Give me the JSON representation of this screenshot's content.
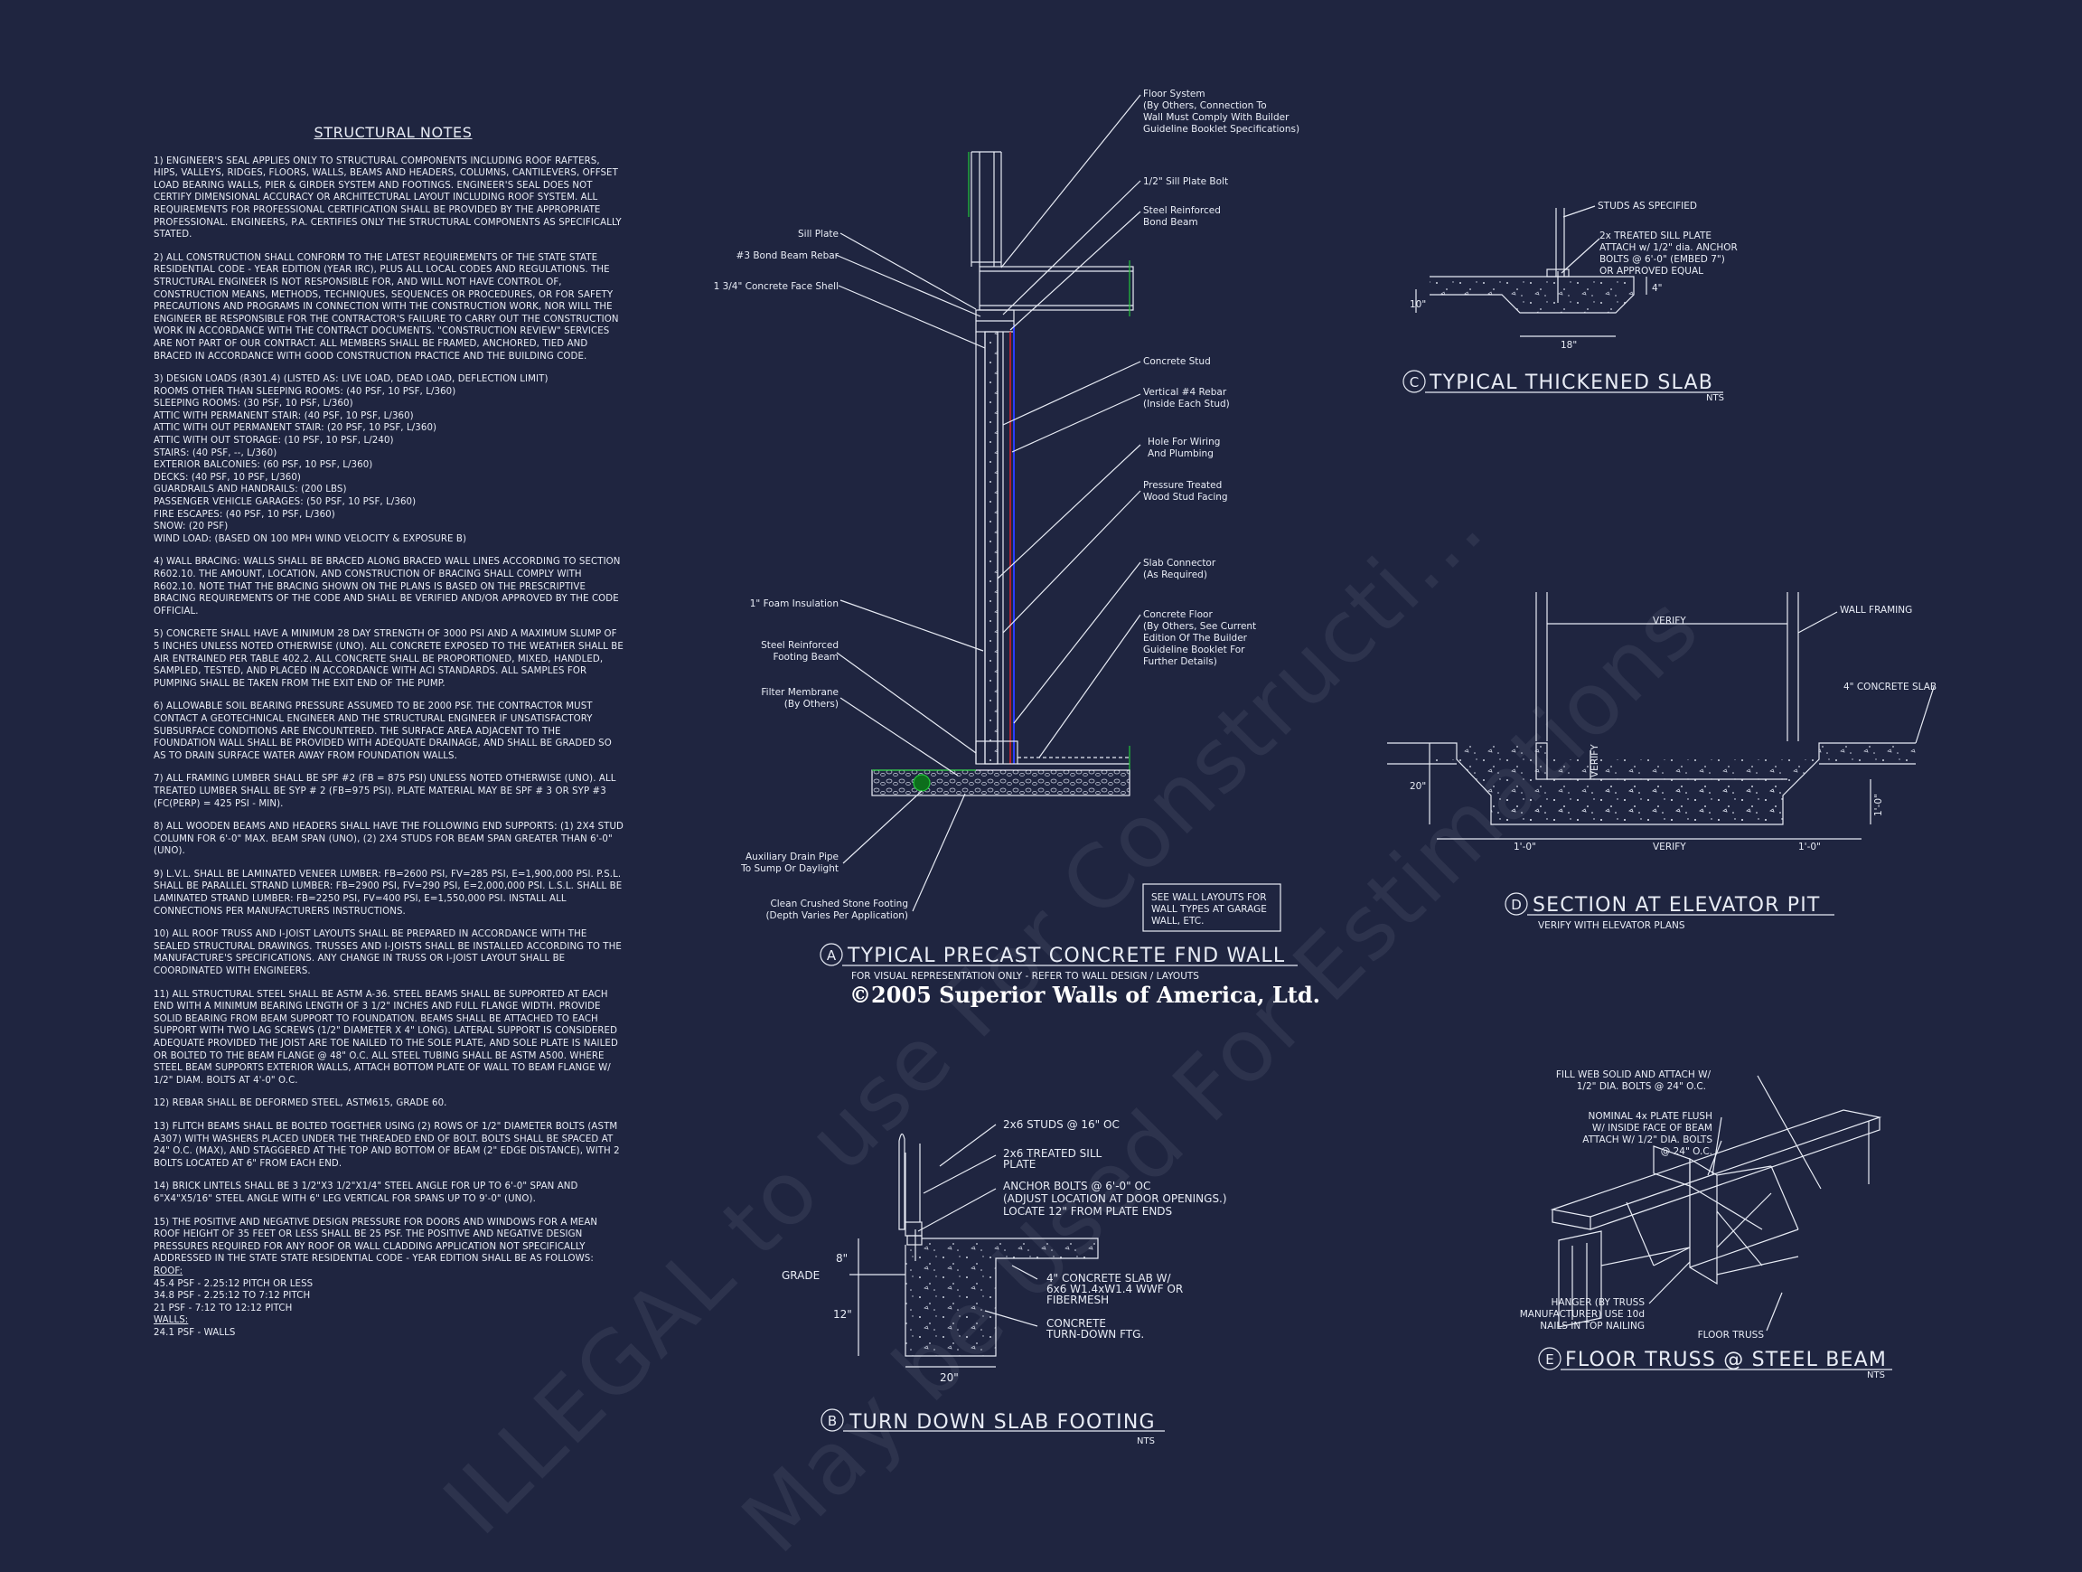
{
  "watermark": {
    "line1": "ILLEGAL to use For Constructi...",
    "line2": "May be Used For Estimations"
  },
  "notes": {
    "title": "STRUCTURAL NOTES",
    "items": [
      "1) ENGINEER'S SEAL APPLIES ONLY TO STRUCTURAL COMPONENTS INCLUDING ROOF RAFTERS, HIPS, VALLEYS, RIDGES, FLOORS, WALLS, BEAMS AND HEADERS, COLUMNS, CANTILEVERS, OFFSET LOAD BEARING WALLS, PIER & GIRDER SYSTEM AND FOOTINGS. ENGINEER'S SEAL DOES NOT CERTIFY DIMENSIONAL ACCURACY OR ARCHITECTURAL LAYOUT INCLUDING ROOF SYSTEM. ALL REQUIREMENTS FOR PROFESSIONAL CERTIFICATION SHALL BE PROVIDED BY THE APPROPRIATE PROFESSIONAL. ENGINEERS, P.A. CERTIFIES ONLY THE STRUCTURAL COMPONENTS AS SPECIFICALLY STATED.",
      "2) ALL CONSTRUCTION SHALL CONFORM TO THE LATEST REQUIREMENTS OF THE STATE STATE RESIDENTIAL CODE - YEAR EDITION (YEAR IRC), PLUS ALL LOCAL CODES AND REGULATIONS. THE STRUCTURAL ENGINEER IS NOT RESPONSIBLE FOR, AND WILL NOT HAVE CONTROL OF, CONSTRUCTION MEANS, METHODS, TECHNIQUES, SEQUENCES OR PROCEDURES, OR FOR SAFETY PRECAUTIONS AND PROGRAMS IN CONNECTION WITH THE CONSTRUCTION WORK, NOR WILL THE ENGINEER BE RESPONSIBLE FOR THE CONTRACTOR'S FAILURE TO CARRY OUT THE CONSTRUCTION WORK IN ACCORDANCE WITH THE CONTRACT DOCUMENTS. \"CONSTRUCTION REVIEW\" SERVICES ARE NOT PART OF OUR CONTRACT. ALL MEMBERS SHALL BE FRAMED, ANCHORED, TIED AND BRACED IN ACCORDANCE WITH GOOD CONSTRUCTION PRACTICE AND THE BUILDING CODE.",
      "3) DESIGN LOADS (R301.4) (LISTED AS: LIVE LOAD, DEAD LOAD, DEFLECTION LIMIT)\nROOMS OTHER THAN SLEEPING ROOMS: (40 PSF, 10 PSF, L/360)\nSLEEPING ROOMS: (30 PSF, 10 PSF, L/360)\nATTIC WITH PERMANENT STAIR: (40 PSF, 10 PSF, L/360)\nATTIC WITH OUT PERMANENT STAIR: (20 PSF, 10 PSF, L/360)\nATTIC WITH OUT STORAGE: (10 PSF, 10 PSF, L/240)\nSTAIRS: (40 PSF, --, L/360)\nEXTERIOR BALCONIES: (60 PSF, 10 PSF, L/360)\nDECKS: (40 PSF, 10 PSF, L/360)\nGUARDRAILS AND HANDRAILS: (200 LBS)\nPASSENGER VEHICLE GARAGES: (50 PSF, 10 PSF, L/360)\nFIRE ESCAPES: (40 PSF, 10 PSF, L/360)\nSNOW: (20 PSF)\nWIND LOAD: (BASED ON 100 MPH WIND VELOCITY & EXPOSURE B)",
      "4) WALL BRACING: WALLS SHALL BE BRACED ALONG BRACED WALL LINES ACCORDING TO SECTION R602.10. THE AMOUNT, LOCATION, AND CONSTRUCTION OF BRACING SHALL COMPLY WITH R602.10. NOTE THAT THE BRACING SHOWN ON THE PLANS IS BASED ON THE PRESCRIPTIVE BRACING REQUIREMENTS OF THE CODE AND SHALL BE VERIFIED AND/OR APPROVED BY THE CODE OFFICIAL.",
      "5) CONCRETE SHALL HAVE A MINIMUM 28 DAY STRENGTH OF 3000 PSI AND A MAXIMUM SLUMP OF 5 INCHES UNLESS NOTED OTHERWISE (UNO). ALL CONCRETE EXPOSED TO THE WEATHER SHALL BE AIR ENTRAINED PER TABLE 402.2. ALL CONCRETE SHALL BE PROPORTIONED, MIXED, HANDLED, SAMPLED, TESTED, AND PLACED IN ACCORDANCE WITH ACI STANDARDS. ALL SAMPLES FOR PUMPING SHALL BE TAKEN FROM THE EXIT END OF THE PUMP.",
      "6) ALLOWABLE SOIL BEARING PRESSURE ASSUMED TO BE 2000 PSF. THE CONTRACTOR MUST CONTACT A GEOTECHNICAL ENGINEER AND THE STRUCTURAL ENGINEER IF UNSATISFACTORY SUBSURFACE CONDITIONS ARE ENCOUNTERED. THE SURFACE AREA ADJACENT TO THE FOUNDATION WALL SHALL BE PROVIDED WITH ADEQUATE DRAINAGE, AND SHALL BE GRADED SO AS TO DRAIN SURFACE WATER AWAY FROM FOUNDATION WALLS.",
      "7) ALL FRAMING LUMBER SHALL BE SPF #2 (Fb = 875 PSI) UNLESS NOTED OTHERWISE (UNO). ALL TREATED LUMBER SHALL BE SYP # 2 (Fb=975 PSI). PLATE MATERIAL MAY BE SPF # 3 OR SYP #3 (Fc(perp) = 425 PSI - MIN).",
      "8) ALL WOODEN BEAMS AND HEADERS SHALL HAVE THE FOLLOWING END SUPPORTS: (1) 2x4 STUD COLUMN FOR 6'-0\" MAX. BEAM SPAN (UNO), (2) 2X4 STUDS FOR BEAM SPAN GREATER THAN 6'-0\" (UNO).",
      "9) L.V.L. SHALL BE LAMINATED VENEER LUMBER: Fb=2600 PSI, Fv=285 PSI, E=1,900,000 PSI. P.S.L. SHALL BE PARALLEL STRAND LUMBER: Fb=2900 PSI, Fv=290 PSI, E=2,000,000 PSI. L.S.L. SHALL BE LAMINATED STRAND LUMBER: Fb=2250 PSI, Fv=400 PSI, E=1,550,000 PSI. INSTALL ALL CONNECTIONS PER MANUFACTURERS INSTRUCTIONS.",
      "10) ALL ROOF TRUSS AND I-JOIST LAYOUTS SHALL BE PREPARED IN ACCORDANCE WITH THE SEALED STRUCTURAL DRAWINGS. TRUSSES AND I-JOISTS SHALL BE INSTALLED ACCORDING TO THE MANUFACTURE'S SPECIFICATIONS. ANY CHANGE IN TRUSS OR I-JOIST LAYOUT SHALL BE COORDINATED WITH ENGINEERS.",
      "11) ALL STRUCTURAL STEEL SHALL BE ASTM A-36. STEEL BEAMS SHALL BE SUPPORTED AT EACH END WITH A MINIMUM BEARING LENGTH OF 3 1/2\" INCHES AND FULL FLANGE WIDTH. PROVIDE SOLID BEARING FROM BEAM SUPPORT TO FOUNDATION. BEAMS SHALL BE ATTACHED TO EACH SUPPORT WITH TWO LAG SCREWS (1/2\" DIAMETER x 4\" LONG). LATERAL SUPPORT IS CONSIDERED ADEQUATE PROVIDED THE JOIST ARE TOE NAILED TO THE SOLE PLATE, AND SOLE PLATE IS NAILED OR BOLTED TO THE BEAM FLANGE @ 48\" O.C. ALL STEEL TUBING SHALL BE ASTM A500. WHERE STEEL BEAM SUPPORTS EXTERIOR WALLS, ATTACH BOTTOM PLATE OF WALL TO BEAM FLANGE W/ 1/2\" DIAM. BOLTS AT 4'-0\" O.C.",
      "12) REBAR SHALL BE DEFORMED STEEL, ASTM615, GRADE 60.",
      "13) FLITCH BEAMS SHALL BE BOLTED TOGETHER USING (2) ROWS OF 1/2\" DIAMETER BOLTS (ASTM A307) WITH WASHERS PLACED UNDER THE THREADED END OF BOLT. BOLTS SHALL BE SPACED AT 24\" O.C. (MAX), AND STAGGERED AT THE TOP AND BOTTOM OF BEAM (2\" EDGE DISTANCE), WITH 2 BOLTS LOCATED AT 6\" FROM EACH END.",
      "14) BRICK LINTELS SHALL BE 3 1/2\"x3 1/2\"x1/4\" STEEL ANGLE FOR UP TO 6'-0\" SPAN AND 6\"x4\"x5/16\" STEEL ANGLE WITH 6\" LEG VERTICAL FOR SPANS UP TO 9'-0\" (UNO).",
      "15) THE POSITIVE AND NEGATIVE DESIGN PRESSURE FOR DOORS AND WINDOWS FOR A MEAN ROOF HEIGHT OF 35 FEET OR LESS SHALL BE 25 PSF. THE POSITIVE AND NEGATIVE DESIGN PRESSURES REQUIRED FOR ANY ROOF OR WALL CLADDING APPLICATION NOT SPECIFICALLY ADDRESSED IN THE STATE STATE RESIDENTIAL CODE - YEAR EDITION SHALL BE AS FOLLOWS:"
    ],
    "roof_heading": "ROOF:",
    "roof_loads": "45.4 PSF - 2.25:12 PITCH OR LESS\n34.8 PSF - 2.25:12 TO 7:12 PITCH\n21 PSF - 7:12 TO 12:12 PITCH",
    "walls_heading": "WALLS:",
    "walls_loads": "24.1 PSF - WALLS"
  },
  "detail_a": {
    "tag": "A",
    "title": "TYPICAL PRECAST CONCRETE FND WALL",
    "subtitle": "FOR VISUAL REPRESENTATION ONLY - REFER TO WALL DESIGN / LAYOUTS",
    "copyright": "©2005 Superior Walls of America, Ltd.",
    "note_box": [
      "SEE WALL LAYOUTS FOR",
      "WALL TYPES AT GARAGE",
      "WALL, ETC."
    ],
    "labels_left": [
      "Sill Plate",
      "#3 Bond Beam Rebar",
      "1 3/4\" Concrete Face Shell",
      "1\" Foam Insulation",
      "Steel Reinforced",
      "Footing Beam",
      "Filter Membrane",
      "(By Others)",
      "Auxiliary Drain Pipe",
      "To Sump Or Daylight",
      "Clean Crushed Stone Footing",
      "(Depth Varies Per Application)"
    ],
    "labels_right": [
      "Floor System",
      "(By Others, Connection To",
      "Wall Must Comply With Builder",
      "Guideline Booklet Specifications)",
      "1/2\" Sill Plate Bolt",
      "Steel Reinforced",
      "Bond Beam",
      "Concrete Stud",
      "Vertical #4 Rebar",
      "(Inside Each Stud)",
      "Hole For Wiring",
      "And Plumbing",
      "Pressure Treated",
      "Wood Stud Facing",
      "Slab Connector",
      "(As Required)",
      "Concrete Floor",
      "(By Others, See Current",
      "Edition Of The Builder",
      "Guideline Booklet For",
      "Further Details)"
    ]
  },
  "detail_b": {
    "tag": "B",
    "title": "TURN DOWN SLAB FOOTING",
    "scale": "NTS",
    "labels": [
      "2x6 STUDS @ 16\" OC",
      "2x6 TREATED SILL",
      "PLATE",
      "ANCHOR BOLTS @ 6'-0\" OC",
      "(ADJUST LOCATION AT DOOR OPENINGS.)",
      "LOCATE 12\" FROM PLATE ENDS",
      "4\" CONCRETE SLAB W/",
      "6x6 W1.4xW1.4 WWF OR",
      "FIBERMESH",
      "CONCRETE",
      "TURN-DOWN FTG."
    ],
    "grade": "GRADE",
    "dims": [
      "8\"",
      "12\"",
      "20\""
    ]
  },
  "detail_c": {
    "tag": "C",
    "title": "TYPICAL THICKENED SLAB",
    "scale": "NTS",
    "labels": [
      "STUDS AS SPECIFIED",
      "2x  TREATED SILL PLATE",
      "ATTACH w/ 1/2\" dia. ANCHOR",
      "BOLTS @ 6'-0\" (EMBED 7\")",
      "OR APPROVED EQUAL"
    ],
    "dims": [
      "10\"",
      "18\"",
      "4\""
    ]
  },
  "detail_d": {
    "tag": "D",
    "title": "SECTION AT ELEVATOR PIT",
    "subtitle": "VERIFY WITH ELEVATOR PLANS",
    "labels": [
      "WALL FRAMING",
      "4\" CONCRETE SLAB",
      "VERIFY",
      "VERIFY",
      "VERIFY"
    ],
    "dims": [
      "20\"",
      "1'-0\"",
      "1'-0\"",
      "1'-0\""
    ]
  },
  "detail_e": {
    "tag": "E",
    "title": "FLOOR TRUSS @ STEEL BEAM",
    "scale": "NTS",
    "labels": [
      "FILL WEB SOLID AND ATTACH W/",
      "1/2\" DIA. BOLTS @ 24\" O.C.",
      "NOMINAL 4x  PLATE FLUSH",
      "W/ INSIDE FACE OF BEAM",
      "ATTACH W/ 1/2\" DIA. BOLTS",
      "@ 24\" O.C.",
      "HANGER (BY TRUSS",
      "MANUFACTURER) USE 10d",
      "NAILS IN TOP NAILING",
      "FLOOR TRUSS"
    ]
  },
  "colors": {
    "background": "#1f2540",
    "line": "#e8ecf5",
    "rebar_red": "#e0202a",
    "rebar_blue": "#2b3cff",
    "accent_green": "#22c83a"
  }
}
